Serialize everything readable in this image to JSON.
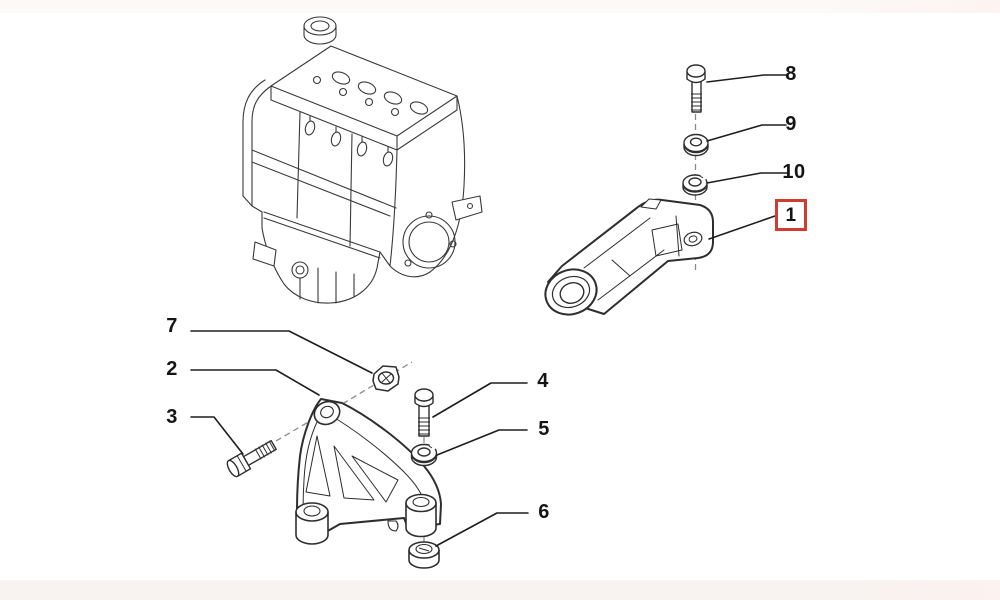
{
  "page": {
    "background": "#ffffff",
    "band_top": "#fcf9f7",
    "band_bottom": "#f8f3f0"
  },
  "diagram": {
    "kind": "exploded-parts-line-diagram",
    "subject": "engine-mounting-torque-arm-and-bracket",
    "line_color": "#2e2e2e",
    "dash_color": "#8a8a8a",
    "label_color": "#151515",
    "highlight_color": "#d23b31",
    "callouts": [
      {
        "ref": "8",
        "part": "bolt",
        "highlighted": false
      },
      {
        "ref": "9",
        "part": "washer",
        "highlighted": false
      },
      {
        "ref": "10",
        "part": "lock-washer",
        "highlighted": false
      },
      {
        "ref": "1",
        "part": "torque-reaction-arm-mount",
        "highlighted": true
      },
      {
        "ref": "7",
        "part": "nut",
        "highlighted": false
      },
      {
        "ref": "2",
        "part": "engine-mount-bracket",
        "highlighted": false
      },
      {
        "ref": "3",
        "part": "bolt",
        "highlighted": false
      },
      {
        "ref": "4",
        "part": "bolt",
        "highlighted": false
      },
      {
        "ref": "5",
        "part": "lock-washer",
        "highlighted": false
      },
      {
        "ref": "6",
        "part": "bushing",
        "highlighted": false
      }
    ]
  }
}
